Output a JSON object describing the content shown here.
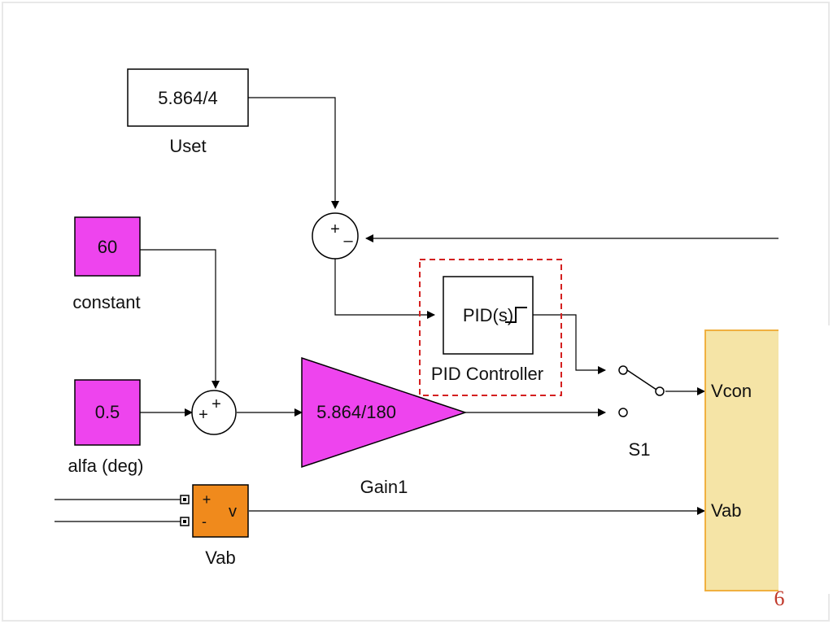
{
  "blocks": {
    "uset": {
      "value": "5.864/4",
      "name": "Uset"
    },
    "constant": {
      "value": "60",
      "name": "constant"
    },
    "alfa": {
      "value": "0.5",
      "name": "alfa (deg)"
    },
    "gain": {
      "value": "5.864/180",
      "name": "Gain1"
    },
    "pid": {
      "value": "PID(s)",
      "name": "PID Controller"
    },
    "sum_top": {
      "signs": [
        "+",
        "–"
      ]
    },
    "sum_bottom": {
      "signs": [
        "+",
        "+"
      ]
    },
    "voltmeter": {
      "name": "Vab",
      "plus": "+",
      "minus": "-",
      "symbol": "v"
    },
    "switch": {
      "name": "S1"
    },
    "subsystem": {
      "ports": [
        "Vcon",
        "Vab"
      ]
    }
  },
  "page_number": "6",
  "colors": {
    "magenta": "#ee44ee",
    "orange": "#f08a1c",
    "subsystem_fill": "#f5e4a6",
    "subsystem_border": "#f0b040",
    "highlight": "#d42020",
    "page_number": "#c0392b"
  }
}
